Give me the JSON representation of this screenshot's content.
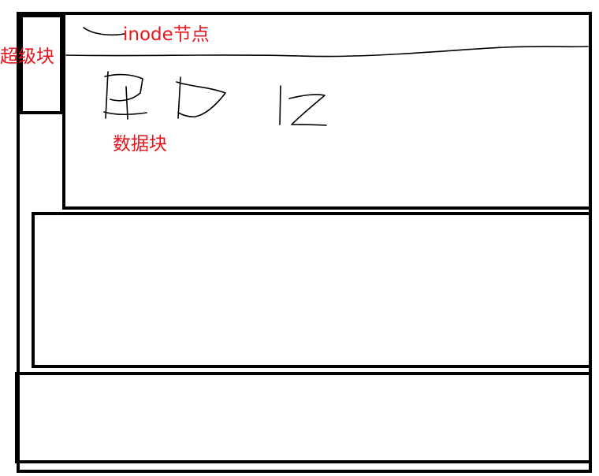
{
  "labels": {
    "superblock": "超级块",
    "inode": "inode节点",
    "data_block": "数据块"
  },
  "colors": {
    "label": "#e8141b",
    "line": "#000000"
  }
}
